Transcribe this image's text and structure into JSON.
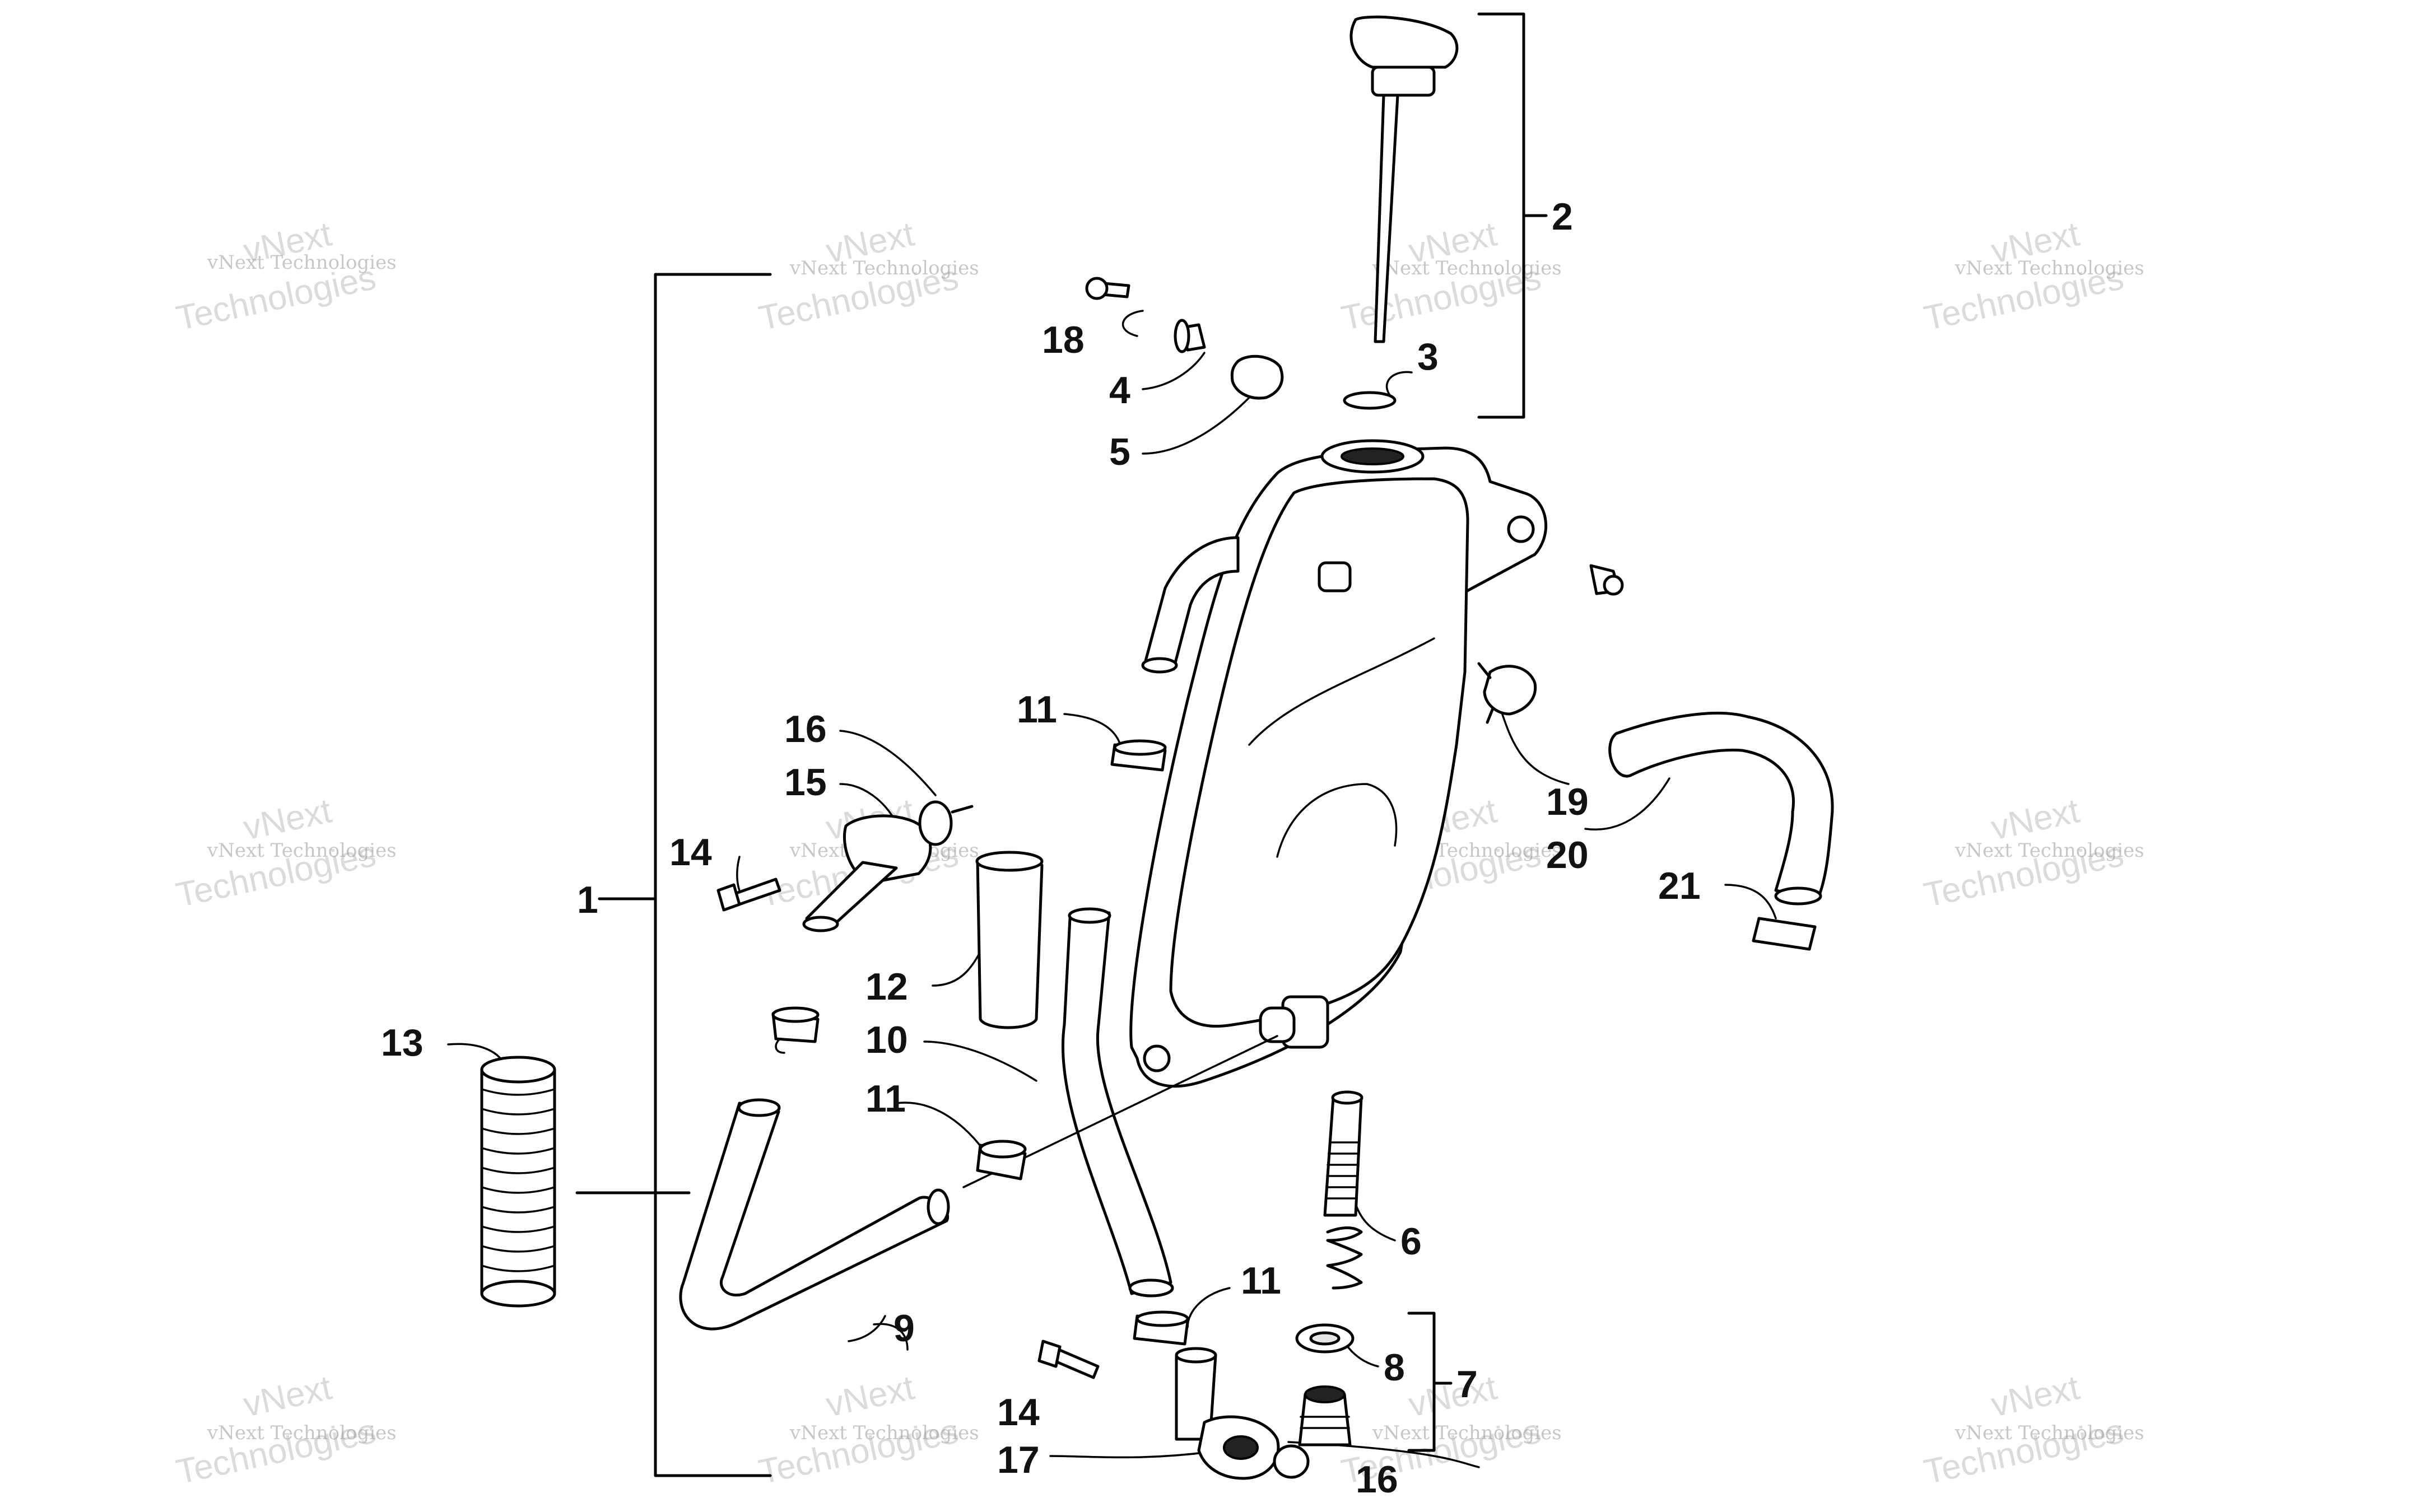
{
  "watermark": {
    "line1": "vNext Technologies",
    "line2_a": "vNext",
    "line2_b": "Technologies"
  },
  "callouts": {
    "c1": "1",
    "c2": "2",
    "c3": "3",
    "c4": "4",
    "c5": "5",
    "c6": "6",
    "c7": "7",
    "c8": "8",
    "c9": "9",
    "c10": "10",
    "c11a": "11",
    "c11b": "11",
    "c11c": "11",
    "c12": "12",
    "c13": "13",
    "c14a": "14",
    "c14b": "14",
    "c15": "15",
    "c16a": "16",
    "c16b": "16",
    "c17": "17",
    "c18": "18",
    "c19": "19",
    "c20": "20",
    "c21": "21"
  }
}
